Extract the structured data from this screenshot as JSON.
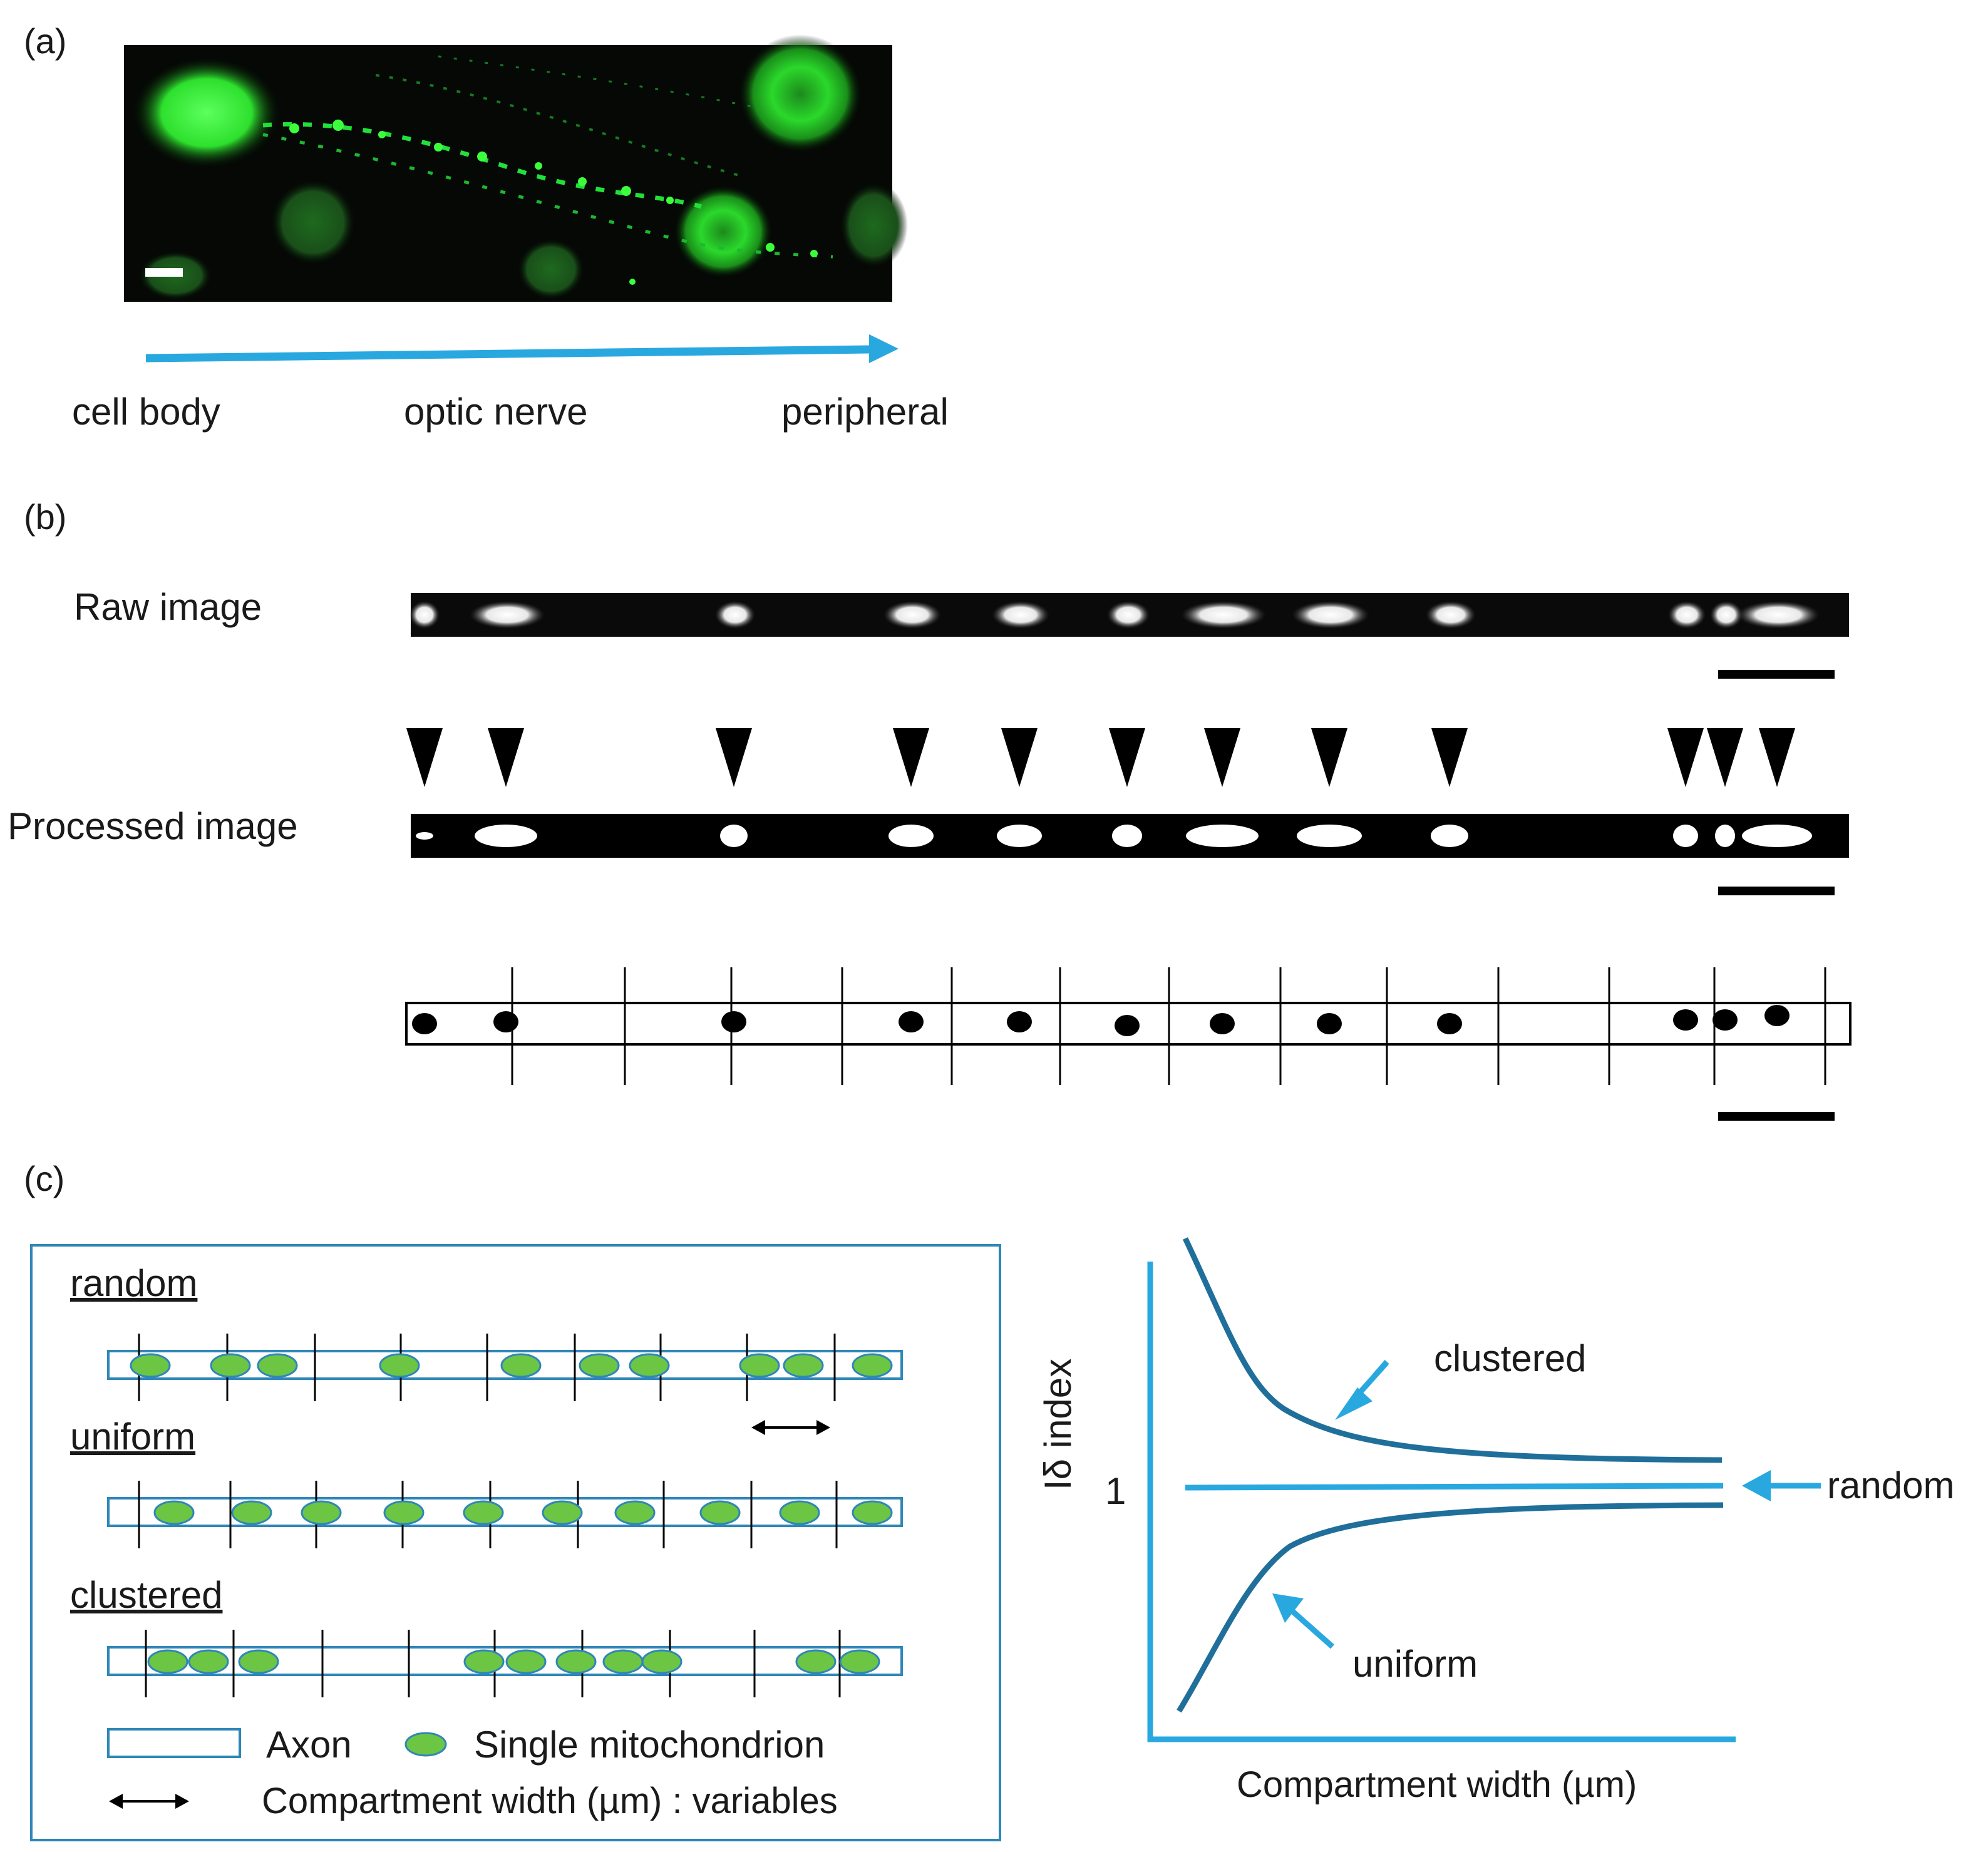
{
  "panel_a": {
    "letter": "(a)",
    "axis_labels": [
      "cell body",
      "optic nerve",
      "peripheral"
    ]
  },
  "panel_b": {
    "letter": "(b)",
    "raw_label": "Raw image",
    "processed_label": "Processed image"
  },
  "panel_c": {
    "letter": "(c)",
    "patterns": [
      "random",
      "uniform",
      "clustered"
    ],
    "legend": {
      "axon": "Axon",
      "mito": "Single mitochondrion",
      "width": "Compartment width (µm) : variables"
    },
    "graph": {
      "ylabel": "Iδ index",
      "xlabel": "Compartment width (µm)",
      "ytick": "1",
      "curves": [
        "clustered",
        "random",
        "uniform"
      ]
    }
  },
  "colors": {
    "accent_blue": "#29a8e0",
    "dark_blue": "#1f6f9a",
    "mito_green": "#6cc644",
    "micro_green": "#22e03a"
  }
}
